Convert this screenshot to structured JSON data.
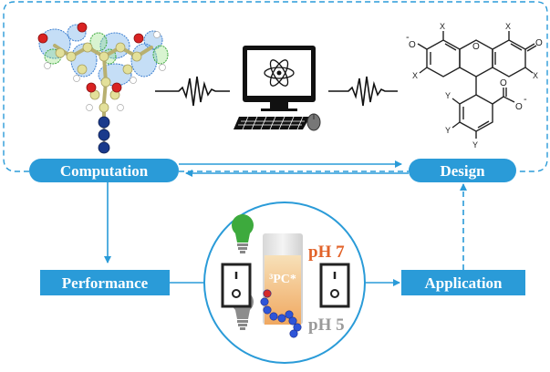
{
  "labels": {
    "computation": "Computation",
    "design": "Design",
    "performance": "Performance",
    "application": "Application"
  },
  "cuvette": {
    "species": "³PC*",
    "ph_high": "pH 7",
    "ph_low": "pH 5"
  },
  "structure": {
    "substituent_x": "X",
    "substituent_y": "Y",
    "phenoxide_o": "O",
    "carbonyl_o": "O",
    "ring_o": "O",
    "carboxylate_o1": "O",
    "carboxylate_o2": "O",
    "charge": "-"
  },
  "colors": {
    "primary_blue": "#2a9bd8",
    "ph7_orange": "#e2632a",
    "ph5_gray": "#9a9a9a",
    "bulb_on": "#3daa3d",
    "bulb_off": "#8c8c8c"
  }
}
